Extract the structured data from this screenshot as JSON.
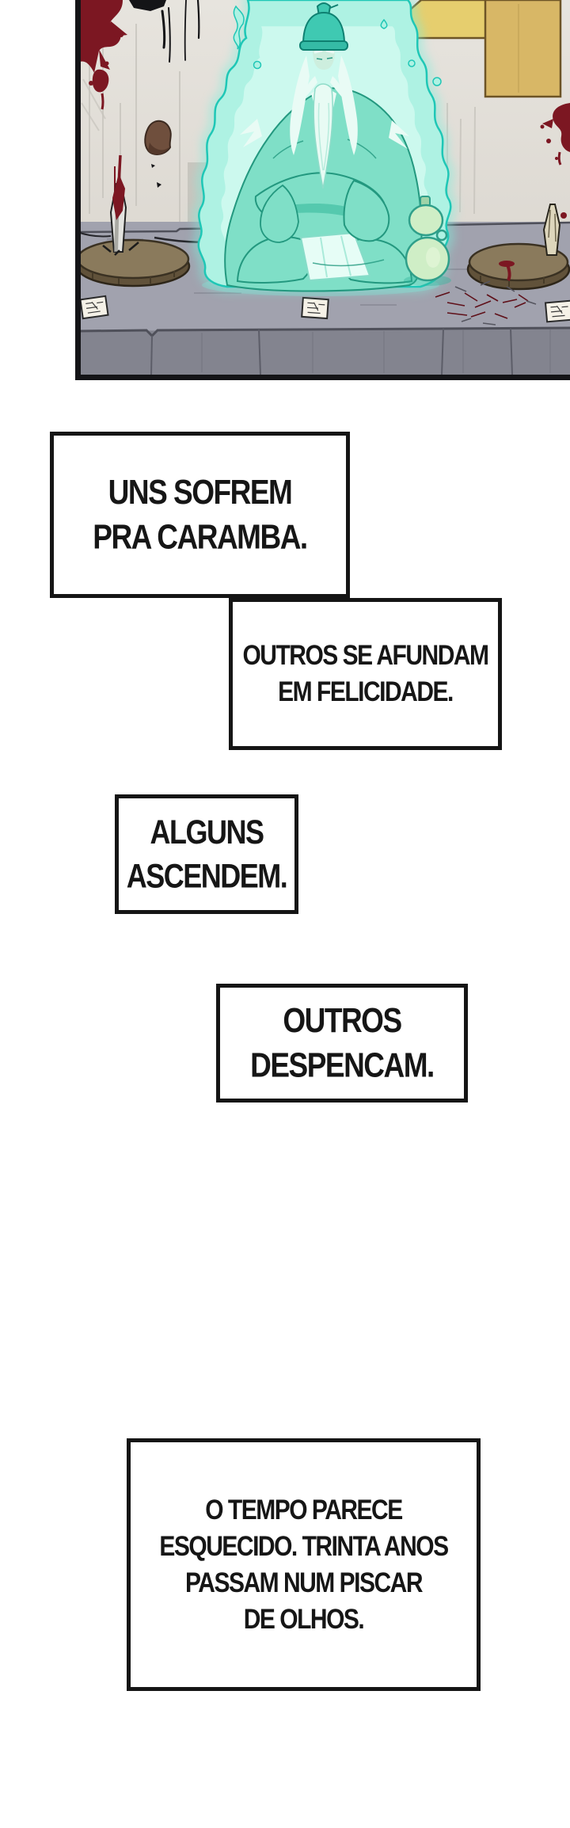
{
  "captions": [
    {
      "lines": [
        "UNS SOFREM",
        "PRA CARAMBA."
      ]
    },
    {
      "lines": [
        "OUTROS SE AFUNDAM",
        "EM FELICIDADE."
      ]
    },
    {
      "lines": [
        "ALGUNS",
        "ASCENDEM."
      ]
    },
    {
      "lines": [
        "OUTROS",
        "DESPENCAM."
      ]
    },
    {
      "lines": [
        "O TEMPO PARECE",
        "ESQUECIDO. TRINTA ANOS",
        "PASSAM NUM PISCAR",
        "DE OLHOS."
      ]
    }
  ],
  "palette": {
    "page_bg": "#ffffff",
    "box_bg": "#ffffff",
    "ink": "#141417",
    "wall": "#ddd9d2",
    "wall_light": "#e7e4de",
    "wall_shade": "#c7c4bd",
    "floor": "#a1a2ae",
    "floor_front": "#83848f",
    "floor_line": "#4f505a",
    "mat": "#8a7a5c",
    "mat_rim": "#61523a",
    "blood": "#7c1722",
    "blood_dark": "#5f1019",
    "aura_glow": "#7ef0dd",
    "aura": "#aef2e3",
    "aura_bright": "#d6fbf1",
    "aura_line": "#1fc7b6",
    "robe": "#7fdfc7",
    "robe_shade": "#55c9ae",
    "robe_line": "#23987f",
    "pale": "#e9fbf5",
    "hat_teal": "#3fc9b2",
    "sign_red": "#d4685c",
    "sign_dark": "#8a342e",
    "plaque": "#f5f1e7",
    "paper_yellow": "#e6ce6e",
    "paper_tan": "#d8b766",
    "paper_line": "#6d5426",
    "spike_metal": "#e3e3df",
    "spike_shade": "#9a9a94",
    "bone": "#ddd6bc",
    "gourd": "#cfeec6",
    "gourd_line": "#2f9f8a",
    "shadow_teal": "#2fb39a"
  }
}
